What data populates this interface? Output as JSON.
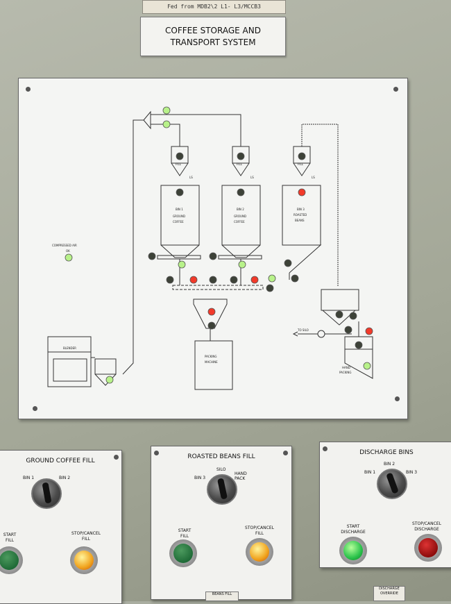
{
  "feed_label": "Fed from MDB2\\2 L1- L3/MCCB3",
  "title": [
    "COFFEE STORAGE AND",
    "TRANSPORT SYSTEM"
  ],
  "mimic": {
    "fill_labels": [
      "FILL",
      "FILL",
      "FILL"
    ],
    "ls_labels": [
      "LS",
      "LS",
      "LS"
    ],
    "bins": [
      {
        "lines": [
          "BIN 1",
          "GROUND",
          "COFFEE"
        ]
      },
      {
        "lines": [
          "BIN 2",
          "GROUND",
          "COFFEE"
        ]
      },
      {
        "lines": [
          "BIN 3",
          "ROASTED",
          "BEANS"
        ]
      }
    ],
    "compressed_air": [
      "COMPRESSED AIR",
      "OK"
    ],
    "blender": "BLENDER",
    "packing_machine": [
      "PACKING",
      "MACHINE"
    ],
    "to_silo": "TO SILO",
    "hand_packing": [
      "HAND",
      "PACKING"
    ]
  },
  "panels": {
    "ground_coffee_fill": {
      "title": "GROUND COFFEE FILL",
      "pos_left": "BIN 1",
      "pos_right": "BIN 2",
      "start": [
        "START",
        "FILL"
      ],
      "stop": [
        "STOP/CANCEL",
        "FILL"
      ]
    },
    "roasted_beans_fill": {
      "title": "ROASTED BEANS FILL",
      "pos_left": "BIN 3",
      "pos_top": "SILO",
      "pos_right": [
        "HAND",
        "PACK"
      ],
      "start": [
        "START",
        "FILL"
      ],
      "stop": [
        "STOP/CANCEL",
        "FILL"
      ]
    },
    "discharge_bins": {
      "title": "DISCHARGE BINS",
      "pos_left": "BIN 1",
      "pos_top": "BIN 2",
      "pos_right": "BIN 3",
      "start": [
        "START",
        "DISCHARGE"
      ],
      "stop": [
        "STOP/CANCEL",
        "DISCHARGE"
      ]
    }
  },
  "bottom_tags": {
    "beans_fill": "BEANS FILL",
    "discharge_override": [
      "DISCHARGE",
      "OVERRIDE"
    ]
  },
  "colors": {
    "lamp_green_lit": "#b8f28a",
    "lamp_red_lit": "#f23a2a",
    "lamp_off": "#3d4238"
  }
}
